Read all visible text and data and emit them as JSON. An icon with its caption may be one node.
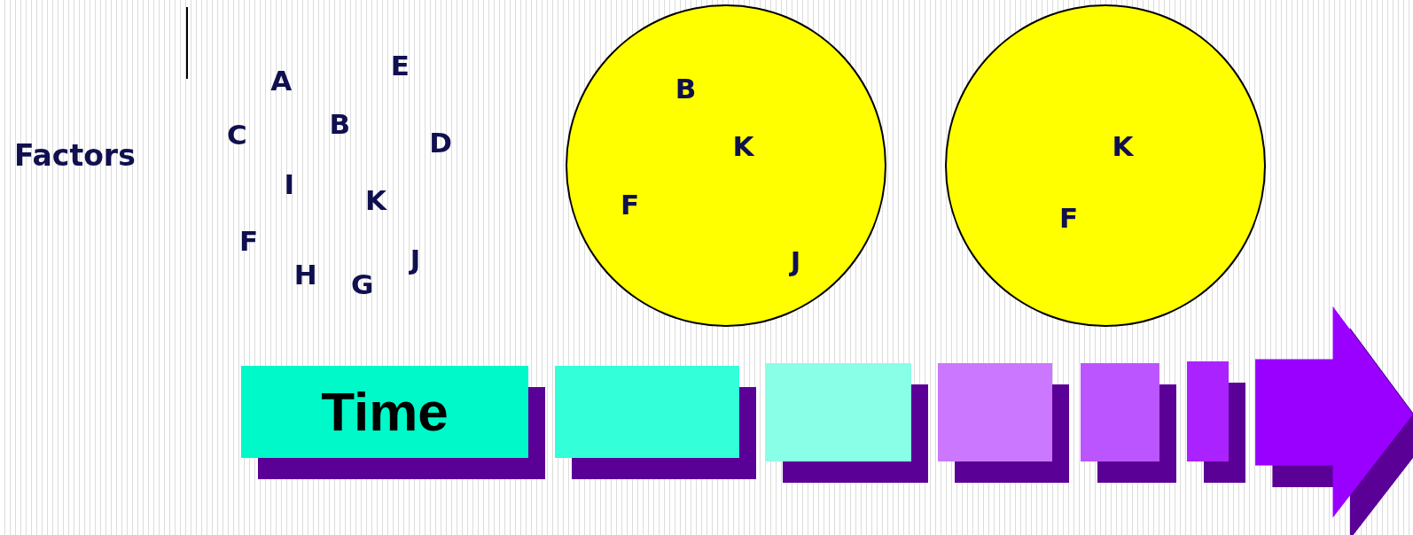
{
  "diagram": {
    "nodes": [
      {
        "text": [
          "B",
          "K",
          "F",
          "J"
        ]
      },
      {
        "text": [
          "K",
          "F"
        ]
      },
      {
        "text": [
          "Time"
        ]
      },
      {
        "text": [],
        "shape": "box"
      },
      {
        "text": [],
        "shape": "box"
      },
      {
        "text": [],
        "shape": "box"
      },
      {
        "text": [],
        "shape": "box"
      },
      {
        "text": [],
        "shape": "box"
      }
    ],
    "labels": [
      "Factors",
      "E",
      "A",
      "B",
      "C",
      "D",
      "I",
      "K",
      "F",
      "J",
      "H",
      "G"
    ]
  }
}
